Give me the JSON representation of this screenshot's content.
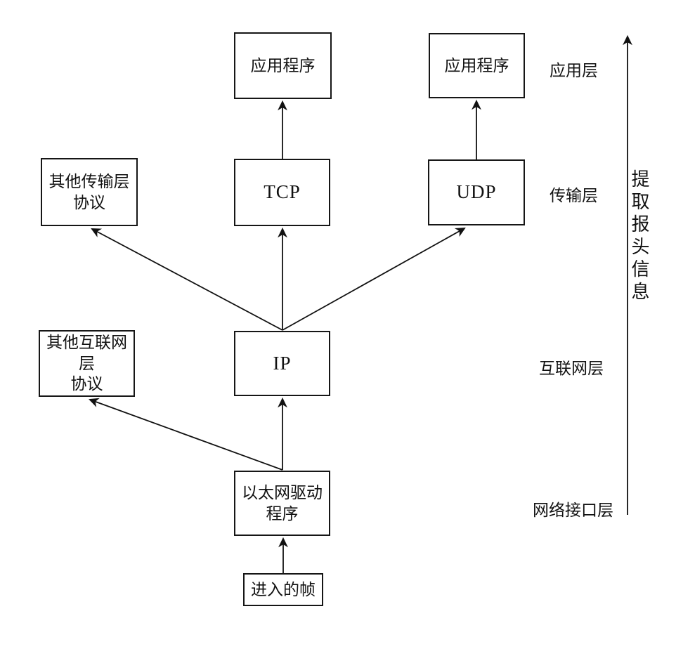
{
  "diagram": {
    "nodes": {
      "app1": {
        "label": "应用程序"
      },
      "app2": {
        "label": "应用程序"
      },
      "other_transport": {
        "label": "其他传输层\n协议"
      },
      "tcp": {
        "label": "TCP"
      },
      "udp": {
        "label": "UDP"
      },
      "other_internet": {
        "label": "其他互联网层\n协议"
      },
      "ip": {
        "label": "IP"
      },
      "ethernet": {
        "label": "以太网驱动\n程序"
      },
      "frame": {
        "label": "进入的帧"
      }
    },
    "layer_labels": [
      {
        "label": "应用层"
      },
      {
        "label": "传输层"
      },
      {
        "label": "互联网层"
      },
      {
        "label": "网络接口层"
      }
    ],
    "side_annotation": "提取报头信息",
    "colors": {
      "line": "#111111",
      "background": "#ffffff"
    }
  }
}
